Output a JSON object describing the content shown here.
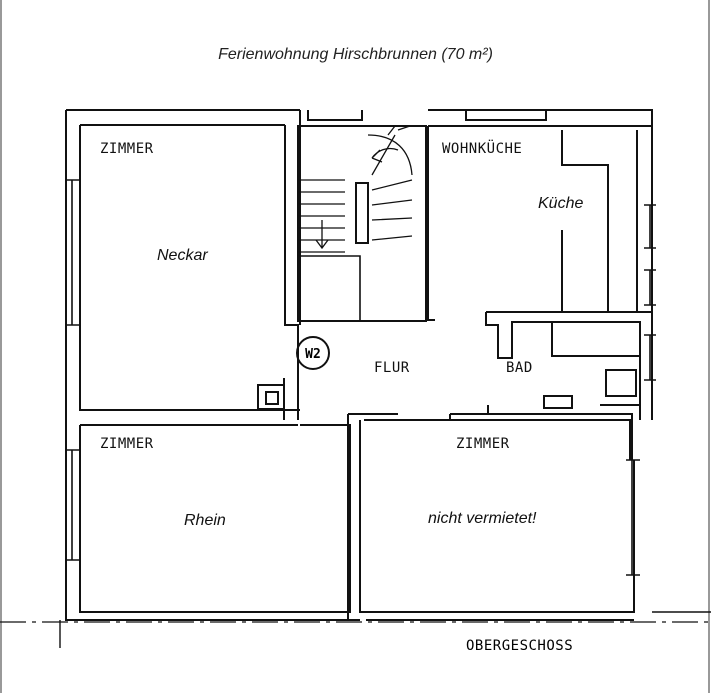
{
  "title": "Ferienwohnung Hirschbrunnen (70 m²)",
  "rooms": {
    "zimmer_top_left": "ZIMMER",
    "neckar": "Neckar",
    "wohnkueche": "WOHNKÜCHE",
    "kueche": "Küche",
    "flur": "FLUR",
    "bad": "BAD",
    "zimmer_bottom_left": "ZIMMER",
    "rhein": "Rhein",
    "zimmer_bottom_right": "ZIMMER",
    "nicht_vermietet": "nicht vermietet!"
  },
  "unit_marker": "W2",
  "floor_label": "OBERGESCHOSS"
}
